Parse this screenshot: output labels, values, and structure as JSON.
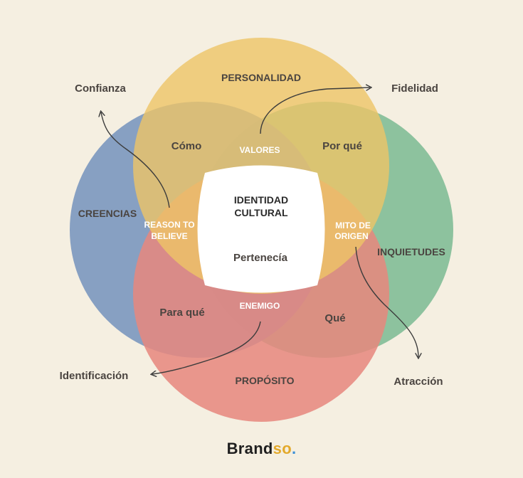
{
  "diagram": {
    "circles": {
      "top": {
        "label": "PERSONALIDAD",
        "color": "#eec467"
      },
      "left": {
        "label": "CREENCIAS",
        "color": "#7b97bf"
      },
      "right": {
        "label": "INQUIETUDES",
        "color": "#82bd97"
      },
      "bottom": {
        "label": "PROPÓSITO",
        "color": "#e6877e"
      }
    },
    "overlaps": {
      "top_left": "Cómo",
      "top_right": "Por qué",
      "bottom_left": "Para qué",
      "bottom_right": "Qué"
    },
    "inner": {
      "top": "VALORES",
      "left_line1": "REASON TO",
      "left_line2": "BELIEVE",
      "right_line1": "MITO DE",
      "right_line2": "ORIGEN",
      "bottom": "ENEMIGO"
    },
    "center": {
      "title_line1": "IDENTIDAD",
      "title_line2": "CULTURAL",
      "subtitle": "Pertenecía"
    },
    "outcomes": {
      "top_left": "Confianza",
      "top_right": "Fidelidad",
      "bottom_left": "Identificación",
      "bottom_right": "Atracción"
    }
  },
  "brand": {
    "name_main": "Brand",
    "name_accent": "so",
    "dot": "."
  }
}
